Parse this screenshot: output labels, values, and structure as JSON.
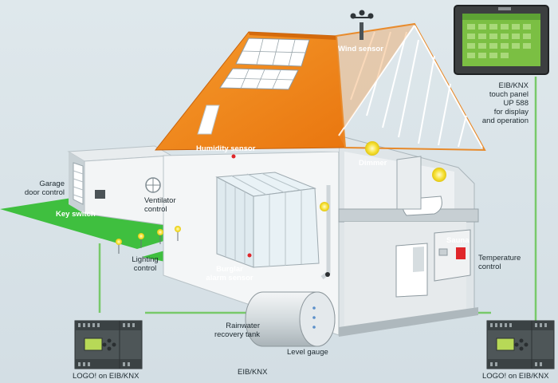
{
  "labels": {
    "wind_sensor": "Wind sensor",
    "humidity_sensor": "Humidity sensor",
    "dimmer": "Dimmer",
    "touch_panel": [
      "EIB/KNX",
      "touch panel",
      "UP 588",
      "for display",
      "and operation"
    ],
    "garage_door_control": [
      "Garage",
      "door control"
    ],
    "key_switch": "Key switch",
    "ventilator_control": [
      "Ventilator",
      "control"
    ],
    "lighting_control": [
      "Lighting",
      "control"
    ],
    "burglar_alarm_sensor": [
      "Burglar",
      "alarm sensor"
    ],
    "sauna": "Sauna",
    "temperature_control": [
      "Temperature",
      "control"
    ],
    "rainwater_tank": [
      "Rainwater",
      "recovery tank"
    ],
    "level_gauge": "Level gauge",
    "bus": "EIB/KNX",
    "logo_left": "LOGO! on EIB/KNX",
    "logo_right": "LOGO! on EIB/KNX"
  },
  "colors": {
    "background": "#d9e3e8",
    "roof": "#f28a1e",
    "lawn": "#3fbf3f",
    "bus_line": "#78c96a",
    "wall": "#f2f4f5",
    "lamp": "#f7e23a",
    "sensor_dot": "#e0262a"
  },
  "icons": {
    "wind_sensor": "anemometer-icon",
    "touch_panel": "touch-panel-icon",
    "logo_module": "logic-module-icon"
  }
}
